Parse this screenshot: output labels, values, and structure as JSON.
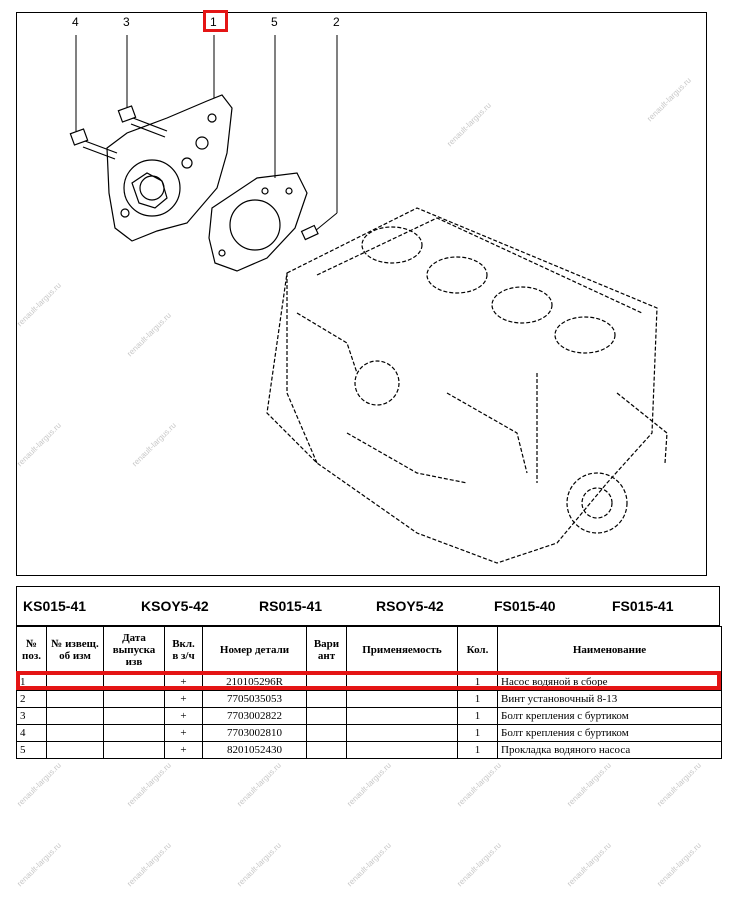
{
  "diagram": {
    "callouts": [
      "4",
      "3",
      "1",
      "5",
      "2"
    ],
    "highlighted_callout": "1"
  },
  "model_codes": [
    "KS015-41",
    "KSOY5-42",
    "RS015-41",
    "RSOY5-42",
    "FS015-40",
    "FS015-41"
  ],
  "table": {
    "headers": {
      "pos": "№ поз.",
      "notice": "№ извещ. об изм",
      "release_date": "Дата выпуска изв",
      "included": "Вкл. в з/ч",
      "part_number": "Номер детали",
      "variant": "Вари ант",
      "applicability": "Применяемость",
      "qty": "Кол.",
      "name": "Наименование"
    },
    "rows": [
      {
        "pos": "1",
        "notice": "",
        "release_date": "",
        "included": "+",
        "part_number": "210105296R",
        "variant": "",
        "applicability": "",
        "qty": "1",
        "name": "Насос водяной в сборе"
      },
      {
        "pos": "2",
        "notice": "",
        "release_date": "",
        "included": "+",
        "part_number": "7705035053",
        "variant": "",
        "applicability": "",
        "qty": "1",
        "name": "Винт установочный 8-13"
      },
      {
        "pos": "3",
        "notice": "",
        "release_date": "",
        "included": "+",
        "part_number": "7703002822",
        "variant": "",
        "applicability": "",
        "qty": "1",
        "name": "Болт крепления с буртиком"
      },
      {
        "pos": "4",
        "notice": "",
        "release_date": "",
        "included": "+",
        "part_number": "7703002810",
        "variant": "",
        "applicability": "",
        "qty": "1",
        "name": "Болт крепления с буртиком"
      },
      {
        "pos": "5",
        "notice": "",
        "release_date": "",
        "included": "+",
        "part_number": "8201052430",
        "variant": "",
        "applicability": "",
        "qty": "1",
        "name": "Прокладка водяного насоса"
      }
    ],
    "highlighted_row": 1
  },
  "watermark": "renault-largus.ru",
  "colors": {
    "highlight": "#e41515",
    "watermark": "#c9c9c9"
  }
}
